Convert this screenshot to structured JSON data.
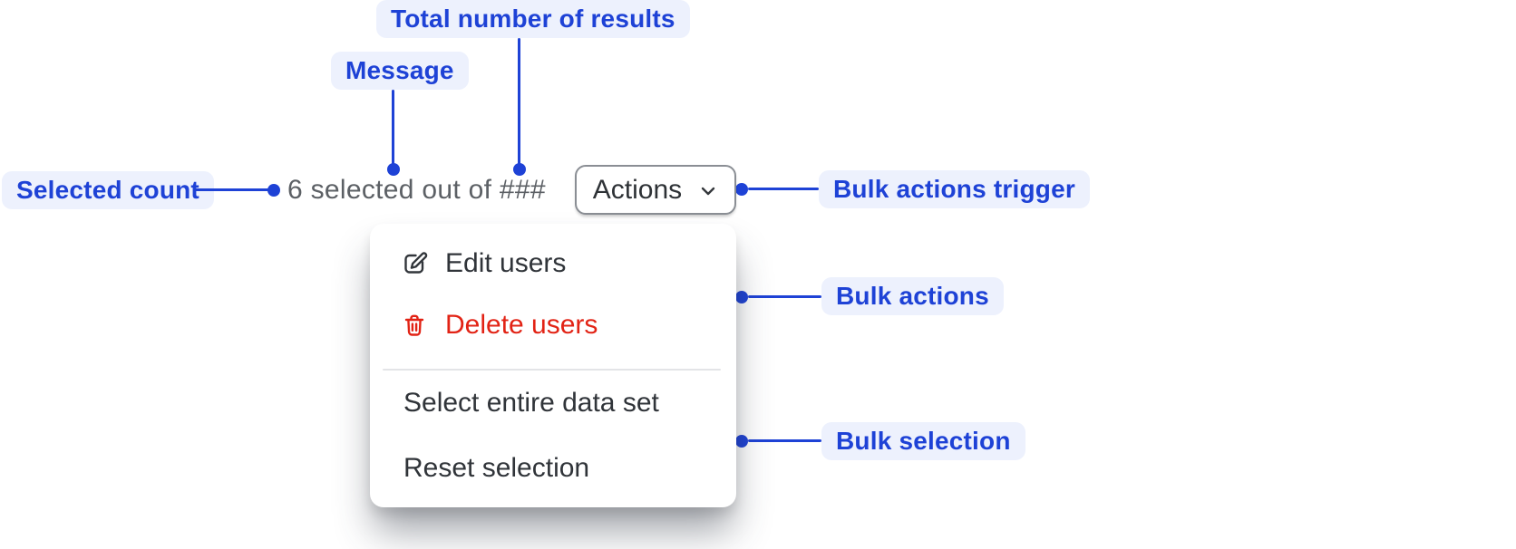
{
  "annotations": {
    "total_results": {
      "label": "Total number of results"
    },
    "message": {
      "label": "Message"
    },
    "selected_count": {
      "label": "Selected count"
    },
    "bulk_actions_trigger": {
      "label": "Bulk actions trigger"
    },
    "bulk_actions": {
      "label": "Bulk actions"
    },
    "bulk_selection": {
      "label": "Bulk selection"
    }
  },
  "component": {
    "message_text": "6 selected out of ###",
    "actions_button": {
      "label": "Actions",
      "icon": "chevron-down-icon"
    },
    "menu": {
      "items": [
        {
          "label": "Edit users",
          "icon": "edit-icon",
          "tone": "default"
        },
        {
          "label": "Delete users",
          "icon": "delete-icon",
          "tone": "critical"
        },
        {
          "label": "Select entire data set",
          "tone": "default"
        },
        {
          "label": "Reset selection",
          "tone": "default"
        }
      ]
    }
  },
  "colors": {
    "annotation_blue": "#1e42d6",
    "annotation_pill_bg": "#edf1fd",
    "critical_red": "#e22315",
    "menu_text": "#303439",
    "subdued_text": "#5c6065",
    "button_border": "#8a8e94"
  }
}
